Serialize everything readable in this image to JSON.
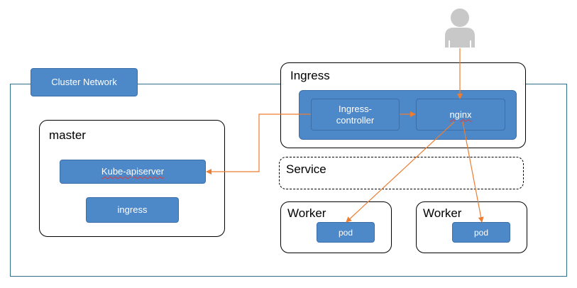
{
  "cluster": {
    "label": "Cluster Network"
  },
  "master": {
    "title": "master",
    "apiserver": "Kube-apiserver",
    "ingress": "ingress"
  },
  "ingress": {
    "title": "Ingress",
    "controller": "Ingress-\ncontroller",
    "nginx": "nginx"
  },
  "service": {
    "title": "Service"
  },
  "workers": [
    {
      "title": "Worker",
      "pod": "pod"
    },
    {
      "title": "Worker",
      "pod": "pod"
    }
  ],
  "colors": {
    "accent": "#4d88c9",
    "arrow": "#ed7d31",
    "frame": "#2f6f86",
    "user": "#c8c8c8"
  },
  "icons": {
    "user": "user-icon"
  }
}
